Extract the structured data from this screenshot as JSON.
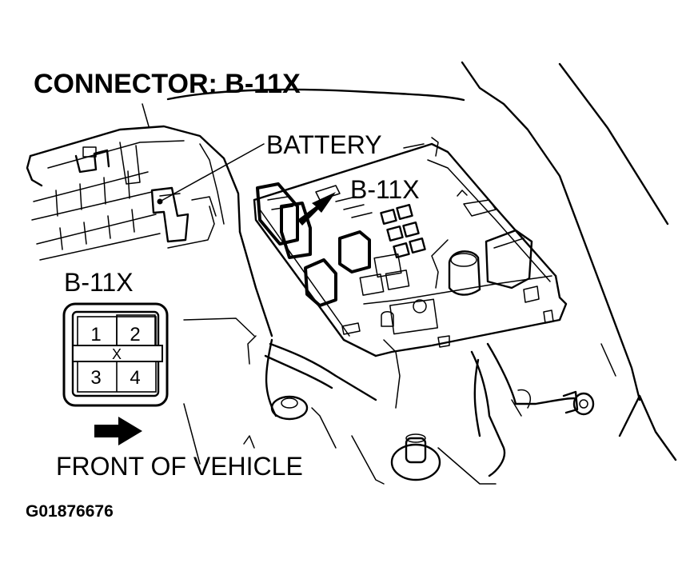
{
  "title": "CONNECTOR: B-11X",
  "callouts": {
    "battery": "BATTERY",
    "connector_arrow": "B-11X"
  },
  "connector_view": {
    "label": "B-11X",
    "pins": [
      "1",
      "2",
      "3",
      "4"
    ],
    "center_mark": "X"
  },
  "direction": {
    "label": "FRONT OF VEHICLE"
  },
  "figure_id": "G01876676",
  "colors": {
    "line": "#000000",
    "background": "#ffffff"
  }
}
